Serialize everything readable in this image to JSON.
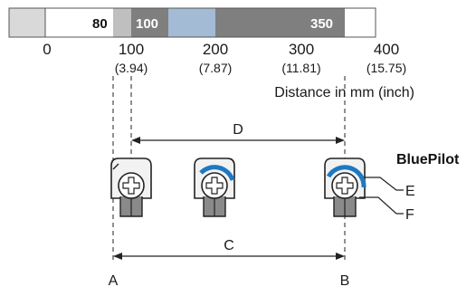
{
  "scale": {
    "range_min": "80",
    "range_start": "100",
    "range_end": "350",
    "ticks": [
      {
        "mm": "0",
        "inch": ""
      },
      {
        "mm": "100",
        "inch": "(3.94)"
      },
      {
        "mm": "200",
        "inch": "(7.87)"
      },
      {
        "mm": "300",
        "inch": "(11.81)"
      },
      {
        "mm": "400",
        "inch": "(15.75)"
      }
    ],
    "axis_label": "Distance in mm (inch)"
  },
  "labels": {
    "D": "D",
    "C": "C",
    "A": "A",
    "B": "B",
    "E": "E",
    "F": "F",
    "bluepilot": "BluePilot"
  },
  "colors": {
    "range_dark": "#7f7f7f",
    "range_light": "#bfbfbf",
    "range_highlight": "#a9c6e3",
    "bluepilot_arc": "#1f78c1"
  },
  "icons": [
    "sensor-knob-left",
    "sensor-knob-middle",
    "sensor-knob-right"
  ]
}
